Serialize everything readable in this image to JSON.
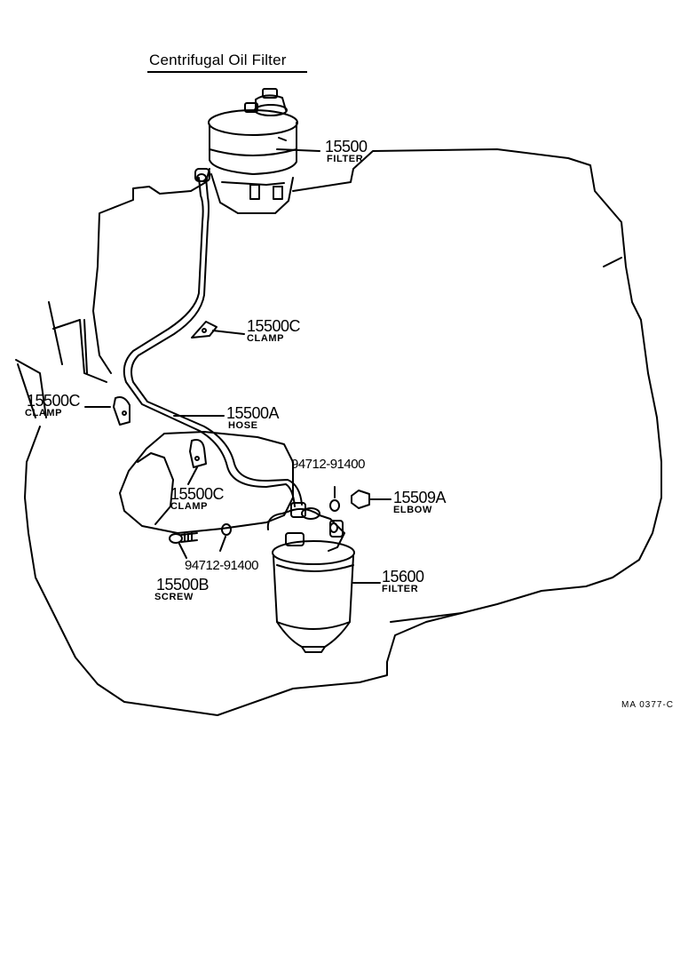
{
  "title": "Centrifugal Oil Filter",
  "drawing_code": "MA 0377-C",
  "callouts": {
    "filter_top": {
      "number": "15500",
      "name": "FILTER"
    },
    "clamp_upper": {
      "number": "15500C",
      "name": "CLAMP"
    },
    "clamp_left": {
      "number": "15500C",
      "name": "CLAMP"
    },
    "hose": {
      "number": "15500A",
      "name": "HOSE"
    },
    "washer_right": {
      "number": "94712-91400"
    },
    "elbow": {
      "number": "15509A",
      "name": "ELBOW"
    },
    "clamp_lower": {
      "number": "15500C",
      "name": "CLAMP"
    },
    "washer_lower": {
      "number": "94712-91400"
    },
    "screw": {
      "number": "15500B",
      "name": "SCREW"
    },
    "filter_bottom": {
      "number": "15600",
      "name": "FILTER"
    }
  }
}
